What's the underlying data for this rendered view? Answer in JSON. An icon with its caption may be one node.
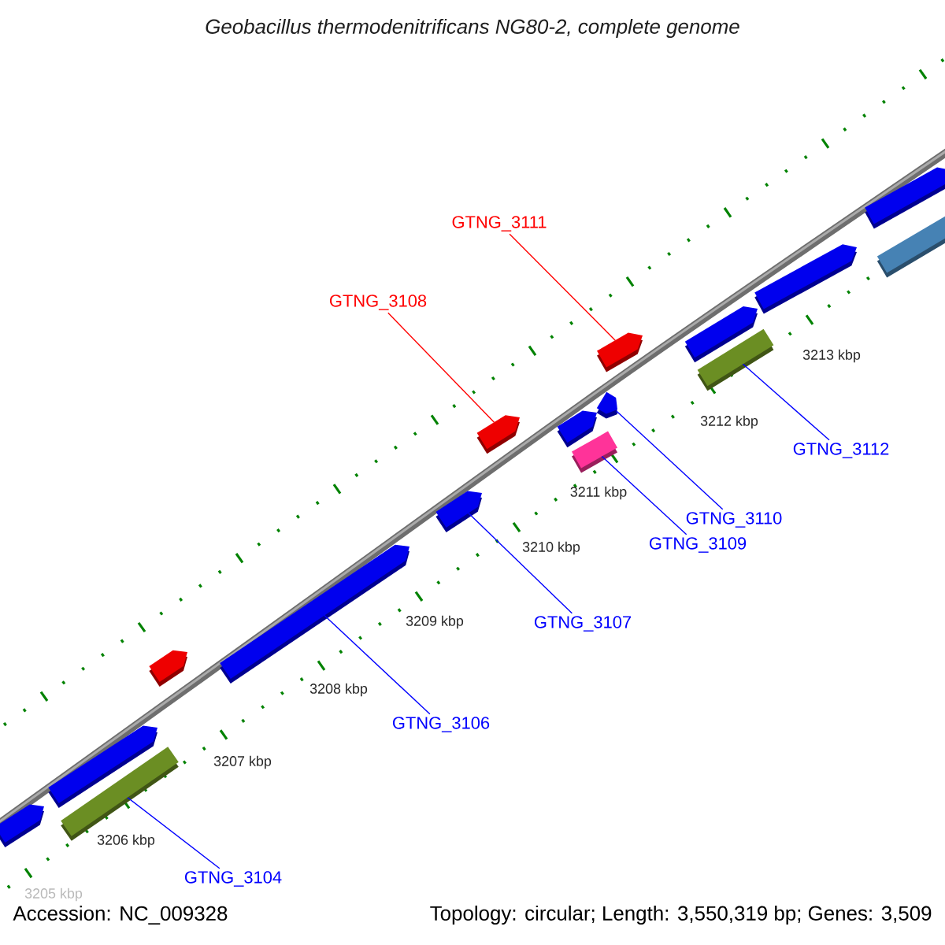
{
  "diagram": {
    "title": "Geobacillus thermodenitrificans NG80-2, complete genome",
    "nodes": [
      {
        "text": [
          "GTNG_3111"
        ]
      },
      {
        "text": [
          "GTNG_3108"
        ]
      },
      {
        "text": [
          "GTNG_3112"
        ]
      },
      {
        "text": [
          "GTNG_3110"
        ]
      },
      {
        "text": [
          "GTNG_3109"
        ]
      },
      {
        "text": [
          "GTNG_3107"
        ]
      },
      {
        "text": [
          "GTNG_3106"
        ]
      },
      {
        "text": [
          "GTNG_3104"
        ]
      },
      {
        "text": [],
        "shape": "arrow"
      },
      {
        "text": [],
        "shape": "arrow"
      },
      {
        "text": [],
        "shape": "bar"
      },
      {
        "text": [],
        "shape": "arrow"
      },
      {
        "text": [],
        "shape": "arrow"
      },
      {
        "text": [],
        "shape": "arrow"
      },
      {
        "text": [],
        "shape": "arrow"
      },
      {
        "text": [],
        "shape": "arrow"
      },
      {
        "text": [],
        "shape": "bar"
      },
      {
        "text": [],
        "shape": "arrow"
      },
      {
        "text": [],
        "shape": "arrow"
      },
      {
        "text": [],
        "shape": "arrow"
      },
      {
        "text": [],
        "shape": "bar"
      },
      {
        "text": [],
        "shape": "arrow"
      },
      {
        "text": [],
        "shape": "arrow"
      },
      {
        "text": [],
        "shape": "bar"
      }
    ],
    "edges": [
      {
        "from": 0,
        "to": 18,
        "arrow": "none",
        "color": "#ff0000"
      },
      {
        "from": 1,
        "to": 14,
        "arrow": "none",
        "color": "#ff0000"
      },
      {
        "from": 2,
        "to": 20,
        "arrow": "none"
      },
      {
        "from": 3,
        "to": 17,
        "arrow": "none"
      },
      {
        "from": 4,
        "to": 16,
        "arrow": "none"
      },
      {
        "from": 5,
        "to": 13,
        "arrow": "none"
      },
      {
        "from": 6,
        "to": 12,
        "arrow": "none"
      },
      {
        "from": 7,
        "to": 10,
        "arrow": "none"
      }
    ],
    "labels": [
      "3213 kbp",
      "3212 kbp",
      "3211 kbp",
      "3210 kbp",
      "3209 kbp",
      "3208 kbp",
      "3207 kbp",
      "3206 kbp",
      "3205 kbp",
      "Accession: NC_009328",
      "Topology: circular; Length: 3,550,319 bp; Genes: 3,509"
    ]
  }
}
